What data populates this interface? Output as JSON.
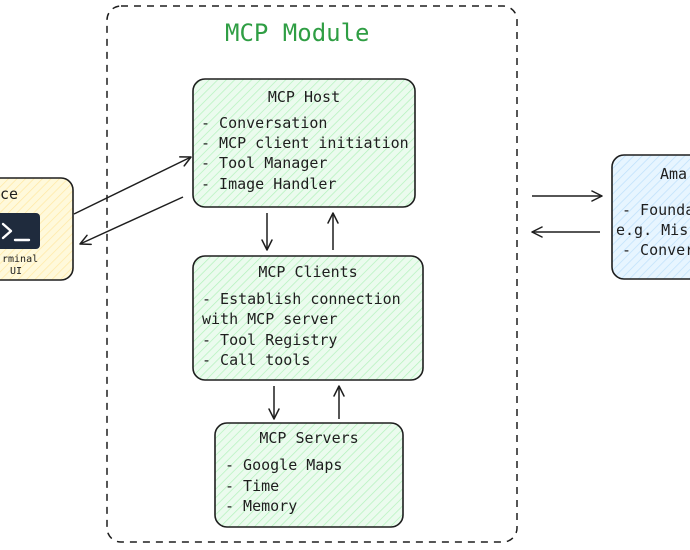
{
  "module": {
    "title": "MCP Module"
  },
  "left_box": {
    "title": "ce",
    "icon": "terminal-icon",
    "caption_line1": "rminal",
    "caption_line2": "UI",
    "fill": "#fff3bf"
  },
  "host": {
    "title": "MCP Host",
    "items": [
      "- Conversation",
      "- MCP client initiation",
      "- Tool Manager",
      "- Image Handler"
    ]
  },
  "clients": {
    "title": "MCP Clients",
    "items": [
      "- Establish connection",
      "with MCP server",
      "- Tool Registry",
      "- Call tools"
    ]
  },
  "servers": {
    "title": "MCP Servers",
    "items": [
      "- Google Maps",
      "- Time",
      "- Memory"
    ]
  },
  "right_box": {
    "title": "Ama",
    "items": [
      "- Founda",
      "e.g. Mis",
      "- Conver"
    ],
    "fill": "#d0ebff"
  },
  "colors": {
    "green_fill": "#d3f9d8",
    "accent": "#2f9e44",
    "stroke": "#1e1e1e"
  }
}
